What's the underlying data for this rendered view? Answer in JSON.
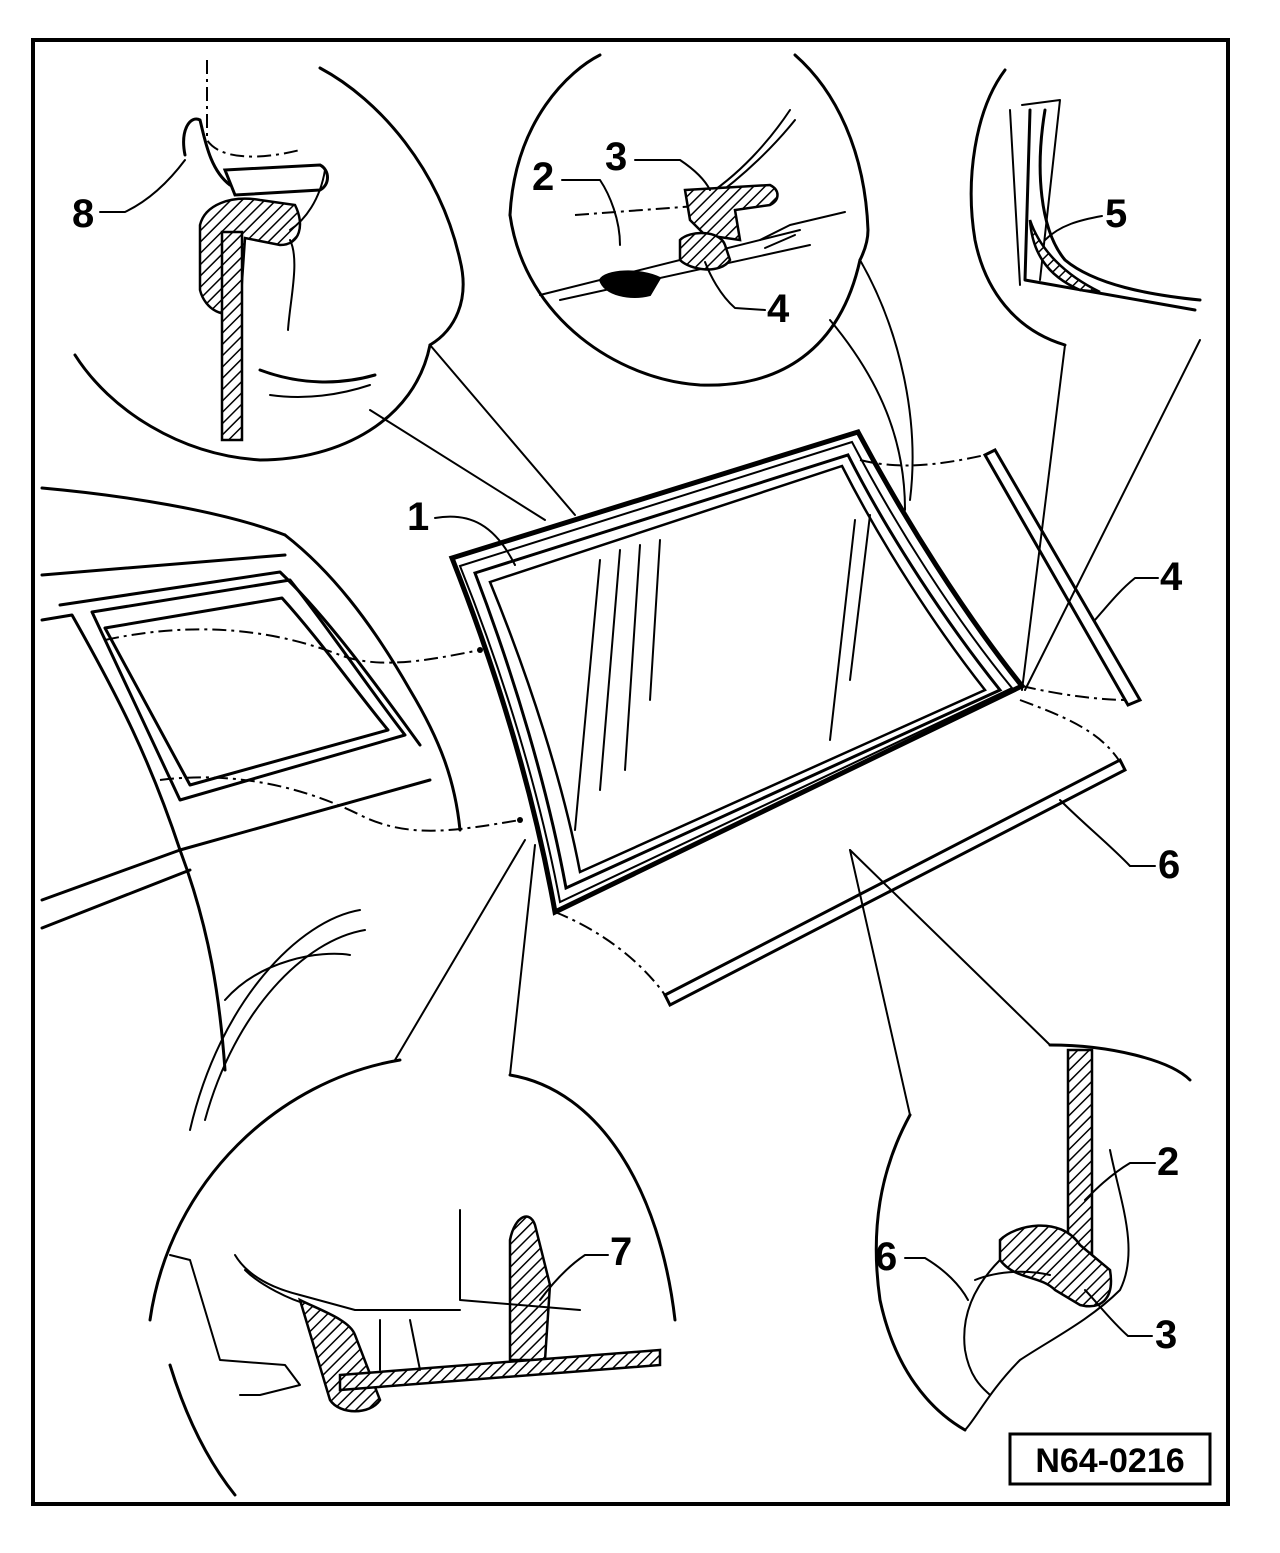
{
  "figure": {
    "reference_code": "N64-0216",
    "callouts": {
      "c1": "1",
      "c2_top": "2",
      "c3_top": "3",
      "c4_top": "4",
      "c5": "5",
      "c8": "8",
      "c4_side": "4",
      "c6_side": "6",
      "c7": "7",
      "c2_bottom": "2",
      "c6_bottom": "6",
      "c3_bottom": "3"
    }
  }
}
